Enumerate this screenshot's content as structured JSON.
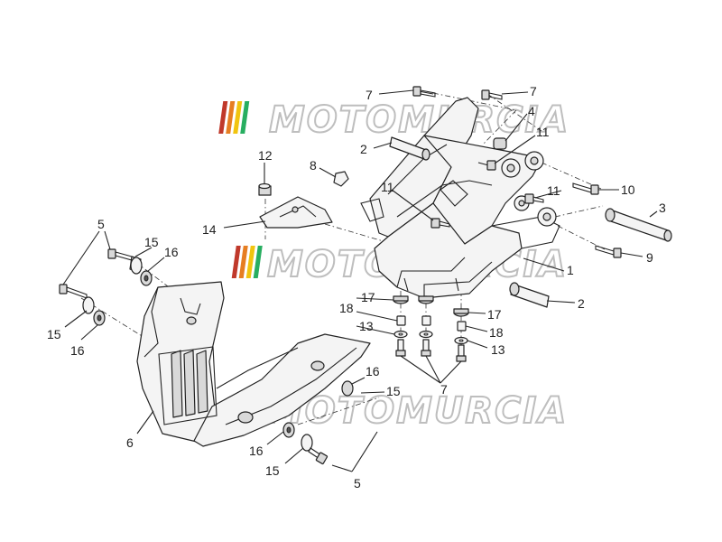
{
  "watermark": {
    "text": "MOTOMURCIA",
    "stripe_colors": [
      "#c0392b",
      "#e67e22",
      "#f1c40f",
      "#27ae60"
    ]
  },
  "callouts": {
    "c1": "1",
    "c2a": "2",
    "c2b": "2",
    "c3": "3",
    "c4": "4",
    "c5a": "5",
    "c5b": "5",
    "c6": "6",
    "c7a": "7",
    "c7b": "7",
    "c7c": "7",
    "c8": "8",
    "c9": "9",
    "c10": "10",
    "c11a": "11",
    "c11b": "11",
    "c11c": "11",
    "c12": "12",
    "c13a": "13",
    "c13b": "13",
    "c14": "14",
    "c15a": "15",
    "c15b": "15",
    "c15c": "15",
    "c15d": "15",
    "c16a": "16",
    "c16b": "16",
    "c16c": "16",
    "c16d": "16",
    "c17a": "17",
    "c17b": "17",
    "c18a": "18",
    "c18b": "18"
  }
}
